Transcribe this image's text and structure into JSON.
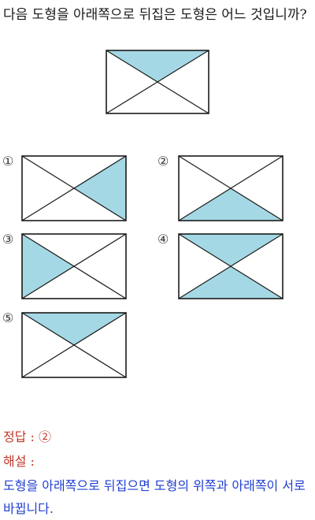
{
  "question": {
    "text": "다음 도형을 아래쪽으로 뒤집은 도형은 어느 것입니까?"
  },
  "figures": {
    "original": {
      "shaded": "top"
    },
    "options": [
      {
        "label": "①",
        "shaded": "right"
      },
      {
        "label": "②",
        "shaded": "bottom"
      },
      {
        "label": "③",
        "shaded": "left"
      },
      {
        "label": "④",
        "shaded": "top-bottom"
      },
      {
        "label": "⑤",
        "shaded": "top"
      }
    ],
    "fill_color": "#a4d8e4",
    "stroke_color": "#1a1a1a"
  },
  "answer": {
    "line": "정답 : ②"
  },
  "explanation": {
    "label": "해설 :",
    "text": "도형을 아래쪽으로 뒤집으면 도형의 위쪽과 아래쪽이 서로 바뀝니다."
  }
}
